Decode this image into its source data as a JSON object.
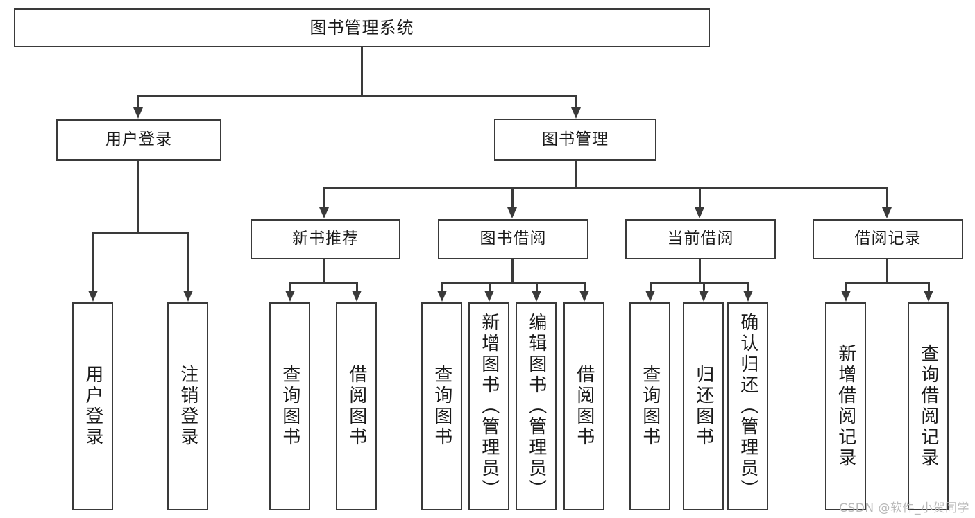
{
  "diagram": {
    "title": "图书管理系统",
    "type": "tree",
    "levels": 4,
    "root": {
      "label": "图书管理系统"
    },
    "level2": [
      {
        "label": "用户登录"
      },
      {
        "label": "图书管理"
      }
    ],
    "level3": [
      {
        "label": "新书推荐"
      },
      {
        "label": "图书借阅"
      },
      {
        "label": "当前借阅"
      },
      {
        "label": "借阅记录"
      }
    ],
    "leaves_user_login": [
      {
        "label": "用户登录"
      },
      {
        "label": "注销登录"
      }
    ],
    "leaves_new_book": [
      {
        "label": "查询图书"
      },
      {
        "label": "借阅图书"
      }
    ],
    "leaves_borrow": [
      {
        "label": "查询图书"
      },
      {
        "label": "新增图书（管理员）"
      },
      {
        "label": "编辑图书（管理员）"
      },
      {
        "label": "借阅图书"
      }
    ],
    "leaves_current": [
      {
        "label": "查询图书"
      },
      {
        "label": "归还图书"
      },
      {
        "label": "确认归还（管理员）"
      }
    ],
    "leaves_record": [
      {
        "label": "新增借阅记录"
      },
      {
        "label": "查询借阅记录"
      }
    ]
  },
  "watermark": {
    "text": "CSDN @软件_小贺同学"
  },
  "colors": {
    "stroke": "#3a3a3a",
    "fill": "#ffffff",
    "text": "#1a1a1a",
    "watermark": "#b9b9b9"
  }
}
